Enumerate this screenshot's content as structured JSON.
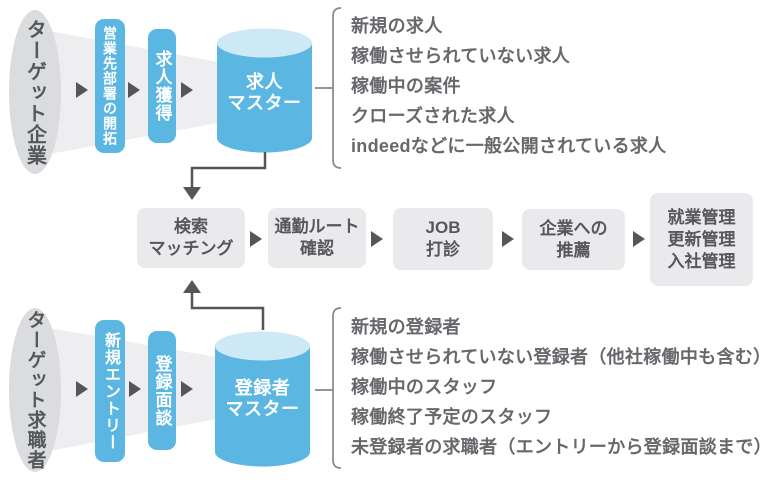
{
  "colors": {
    "process_blue": "#5CB6E2",
    "cylinder_top_blue": "#CDE9F5",
    "funnel_ellipse_gray": "#DBDCDE",
    "funnel_cone_gray": "#EEEEF0",
    "process_box_gray": "#EAEAEC",
    "dark_text": "#55575B",
    "list_text": "#67686C",
    "arrow_gray": "#55565A",
    "bracket_gray": "#87888C",
    "white_text": "#FFFFFF"
  },
  "top_flow": {
    "source": "ターゲット企業",
    "steps": [
      "営業先部署の開拓",
      "求人獲得"
    ],
    "database": [
      "求人",
      "マスター"
    ],
    "list": [
      "新規の求人",
      "稼働させられていない求人",
      "稼働中の案件",
      "クローズされた求人",
      "indeedなどに一般公開されている求人"
    ]
  },
  "middle_flow": {
    "steps": [
      {
        "lines": [
          "検索",
          "マッチング"
        ]
      },
      {
        "lines": [
          "通勤ルート",
          "確認"
        ]
      },
      {
        "lines": [
          "JOB",
          "打診"
        ]
      },
      {
        "lines": [
          "企業への",
          "推薦"
        ]
      },
      {
        "lines": [
          "就業管理",
          "更新管理",
          "入社管理"
        ]
      }
    ]
  },
  "bottom_flow": {
    "source": "ターゲット求職者",
    "steps": [
      "新規エントリー",
      "登録面談"
    ],
    "database": [
      "登録者",
      "マスター"
    ],
    "list": [
      "新規の登録者",
      "稼働させられていない登録者（他社稼働中も含む）",
      "稼働中のスタッフ",
      "稼働終了予定のスタッフ",
      "未登録者の求職者（エントリーから登録面談まで）"
    ]
  }
}
